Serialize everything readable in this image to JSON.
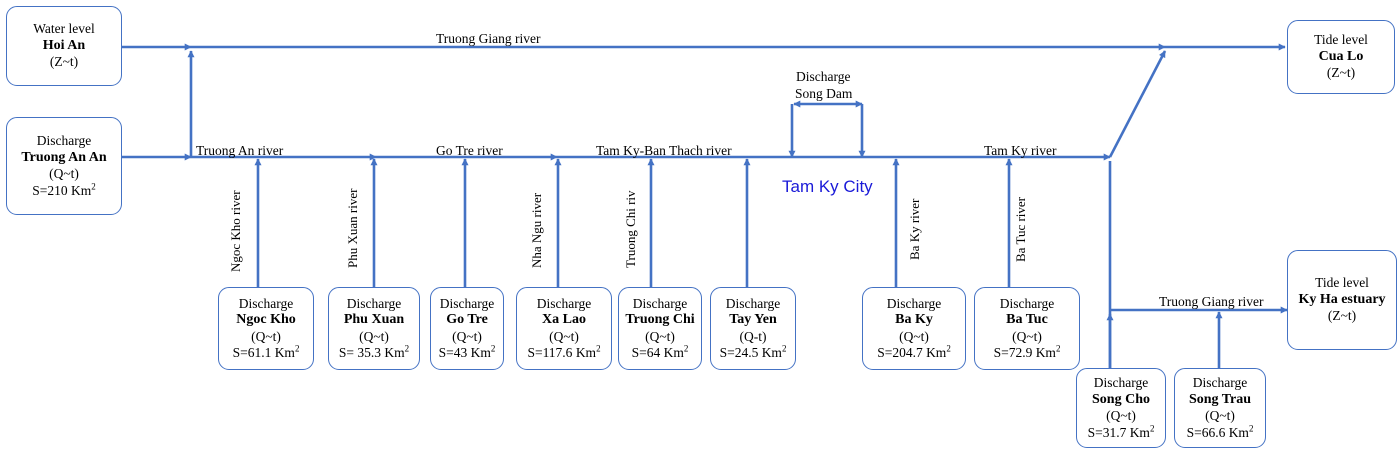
{
  "units": {
    "area_prefix": "S=",
    "area_unit": "Km",
    "area_exp": "2"
  },
  "boxes": {
    "hoi_an": {
      "title": "Water level",
      "name": "Hoi An",
      "formula": "(Z~t)"
    },
    "truong_an": {
      "title": "Discharge",
      "name": "Truong An An",
      "formula": "(Q~t)",
      "area": "210",
      "area_prefix": "S="
    },
    "cua_lo": {
      "title": "Tide level",
      "name": "Cua Lo",
      "formula": "(Z~t)"
    },
    "ky_ha": {
      "title": "Tide level",
      "name": "Ky Ha estuary",
      "formula": "(Z~t)"
    },
    "ngoc_kho": {
      "title": "Discharge",
      "name": "Ngoc Kho",
      "formula": "(Q~t)",
      "area": "61.1",
      "area_prefix": "S="
    },
    "phu_xuan": {
      "title": "Discharge",
      "name": "Phu Xuan",
      "formula": "(Q~t)",
      "area": "35.3",
      "area_prefix": "S= "
    },
    "go_tre": {
      "title": "Discharge",
      "name": "Go Tre",
      "formula": "(Q~t)",
      "area": "43",
      "area_prefix": "S="
    },
    "xa_lao": {
      "title": "Discharge",
      "name": "Xa Lao",
      "formula": "(Q~t)",
      "area": "117.6",
      "area_prefix": "S="
    },
    "truong_chi": {
      "title": "Discharge",
      "name": "Truong Chi",
      "formula": "(Q~t)",
      "area": "64",
      "area_prefix": "S="
    },
    "tay_yen": {
      "title": "Discharge",
      "name": "Tay Yen",
      "formula": "(Q-t)",
      "area": "24.5",
      "area_prefix": "S="
    },
    "ba_ky": {
      "title": "Discharge",
      "name": "Ba Ky",
      "formula": "(Q~t)",
      "area": "204.7",
      "area_prefix": "S="
    },
    "ba_tuc": {
      "title": "Discharge",
      "name": "Ba Tuc",
      "formula": "(Q~t)",
      "area": "72.9",
      "area_prefix": "S="
    },
    "song_cho": {
      "title": "Discharge",
      "name": "Song Cho",
      "formula": "(Q~t)",
      "area": "31.7",
      "area_prefix": "S="
    },
    "song_trau": {
      "title": "Discharge",
      "name": "Song Trau",
      "formula": "(Q~t)",
      "area": "66.6",
      "area_prefix": "S="
    }
  },
  "rivers": {
    "truong_giang_top": "Truong Giang river",
    "truong_an": "Truong An river",
    "go_tre": "Go Tre river",
    "tam_ky_ban_thach": "Tam Ky-Ban Thach river",
    "tam_ky": "Tam Ky river",
    "truong_giang_bottom": "Truong Giang river",
    "ngoc_kho": "Ngoc Kho river",
    "phu_xuan": "Phu Xuan river",
    "nha_ngu": "Nha Ngu river",
    "truong_chi": "Truong Chi riv",
    "ba_ky": "Ba Ky river",
    "ba_tuc": "Ba Tuc river"
  },
  "song_dam": {
    "title": "Discharge",
    "name": "Song Dam"
  },
  "city": "Tam Ky City",
  "colors": {
    "line": "#4472c4",
    "city": "#1a1ad8"
  }
}
